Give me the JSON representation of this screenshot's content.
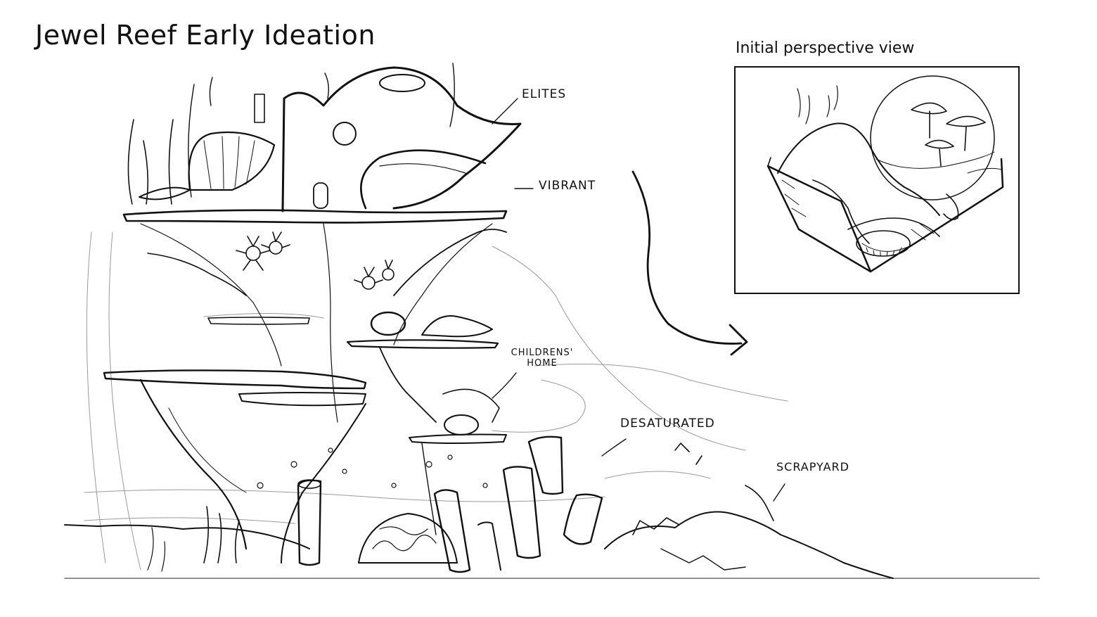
{
  "title": "Jewel Reef Early Ideation",
  "inset": {
    "caption": "Initial perspective view"
  },
  "labels": {
    "elites": "ELITES",
    "vibrant": "VIBRANT",
    "childrens_home_line1": "CHILDRENS'",
    "childrens_home_line2": "HOME",
    "desaturated": "DESATURATED",
    "scrapyard": "SCRAPYARD"
  },
  "colors": {
    "ink": "#111111",
    "paper": "#ffffff",
    "light_sketch": "#9a9a9a"
  }
}
